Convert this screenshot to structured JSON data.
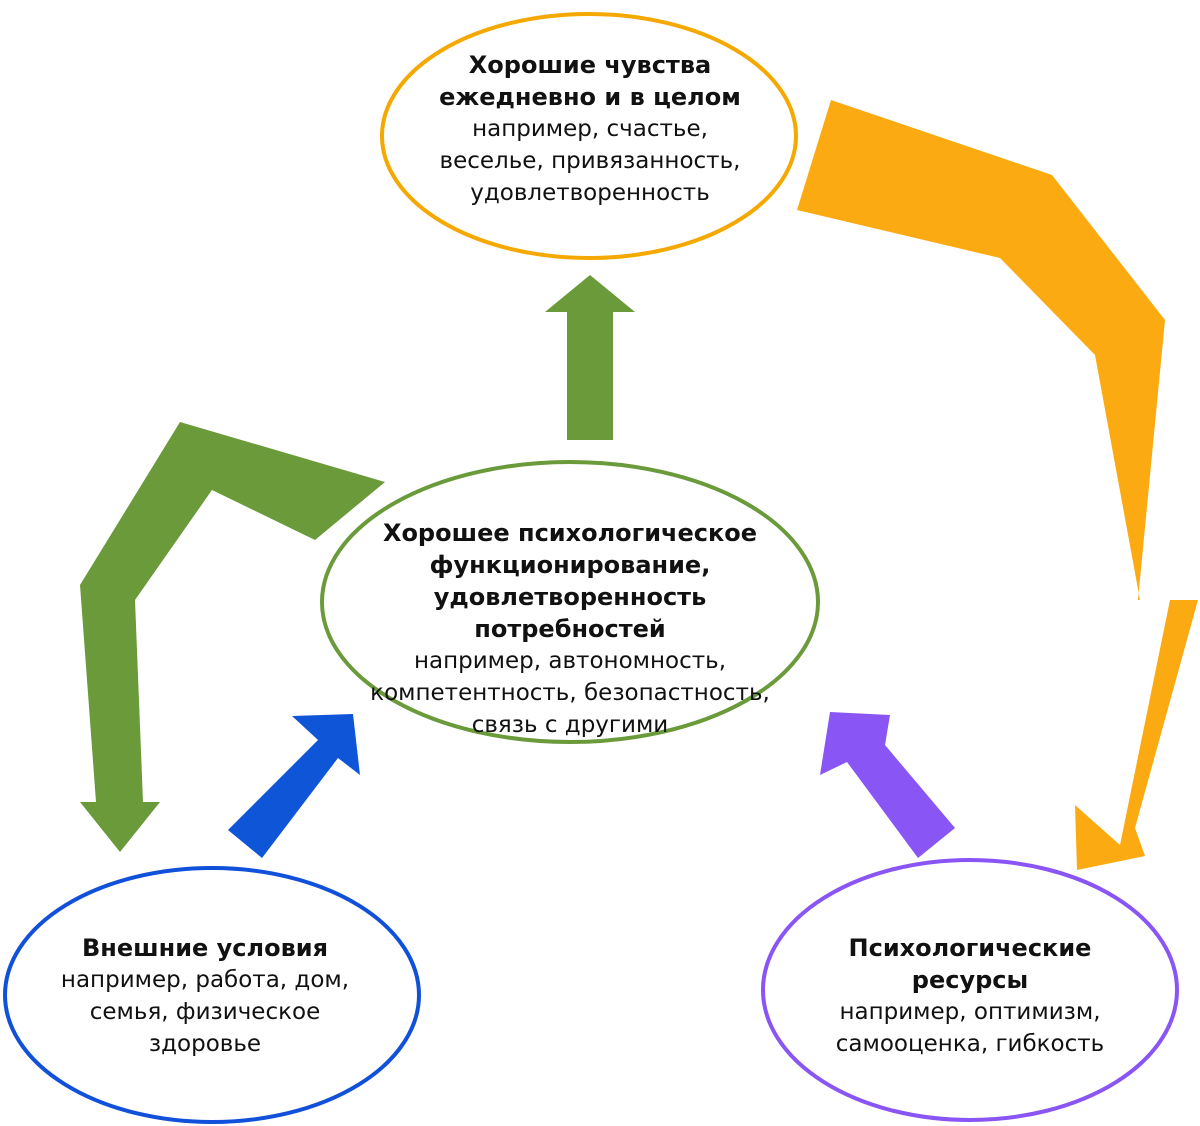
{
  "nodes": {
    "top": {
      "title_line1": "Хорошие чувства",
      "title_line2": "ежедневно и в целом",
      "sub_line1": "например, счастье,",
      "sub_line2": "веселье, привязанность,",
      "sub_line3": "удовлетворенность",
      "color": "#F5A800"
    },
    "center": {
      "title_line1": "Хорошее психологическое",
      "title_line2": "функционирование,",
      "title_line3": "удовлетворенность потребностей",
      "sub_line1": "например, автономность,",
      "sub_line2": "компетентность, безопастность,",
      "sub_line3": "связь с другими",
      "color": "#6A9A3A"
    },
    "left": {
      "title_line1": "Внешние условия",
      "sub_line1": "например, работа, дом,",
      "sub_line2": "семья, физическое",
      "sub_line3": "здоровье",
      "color": "#1150D8"
    },
    "right": {
      "title_line1": "Психологические",
      "title_line2": "ресурсы",
      "sub_line1": "например, оптимизм,",
      "sub_line2": "самооценка, гибкость",
      "color": "#8A55F5"
    }
  },
  "arrows": {
    "green_color": "#6A9A3A",
    "orange_color": "#FBAA12",
    "blue_color": "#0F55D8",
    "purple_color": "#8A55F5"
  }
}
